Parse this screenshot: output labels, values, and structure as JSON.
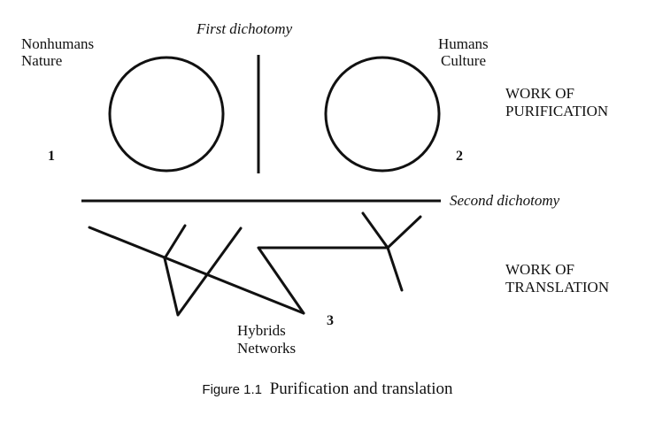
{
  "labels": {
    "first_dichotomy": "First dichotomy",
    "second_dichotomy": "Second dichotomy",
    "nonhumans": "Nonhumans",
    "nature": "Nature",
    "humans": "Humans",
    "culture": "Culture",
    "work_of_purification_1": "WORK OF",
    "work_of_purification_2": "PURIFICATION",
    "work_of_translation_1": "WORK OF",
    "work_of_translation_2": "TRANSLATION",
    "hybrids": "Hybrids",
    "networks": "Networks",
    "num_1": "1",
    "num_2": "2",
    "num_3": "3"
  },
  "caption": {
    "prefix": "Figure 1.1",
    "text": "Purification and translation"
  }
}
